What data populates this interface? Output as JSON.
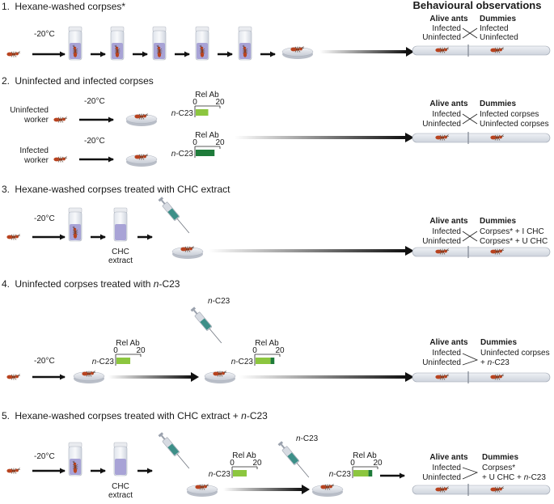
{
  "header": {
    "title": "Behavioural observations"
  },
  "labels": {
    "temp": "-20°C",
    "rel_ab": "Rel Ab",
    "tick_0": "0",
    "tick_20": "20",
    "nc23_prefix": "n",
    "nc23_suffix": "-C23",
    "chc": "CHC",
    "extract": "extract"
  },
  "panels": [
    {
      "number": "1.",
      "title": "Hexane-washed corpses*",
      "alive_heading": "Alive ants",
      "dummies_heading": "Dummies",
      "alive": [
        "Infected",
        "Uninfected"
      ],
      "dummies": [
        "Infected",
        "Uninfected"
      ]
    },
    {
      "number": "2.",
      "title": "Uninfected and infected corpses",
      "worker_uninfected": [
        "Uninfected",
        "worker"
      ],
      "worker_infected": [
        "Infected",
        "worker"
      ],
      "alive_heading": "Alive ants",
      "dummies_heading": "Dummies",
      "alive": [
        "Infected",
        "Uninfected"
      ],
      "dummies": [
        "Infected corpses",
        "Uninfected corpses"
      ],
      "bars": [
        {
          "value": 10,
          "label": "uninfected"
        },
        {
          "value": 15,
          "label": "infected"
        }
      ]
    },
    {
      "number": "3.",
      "title": "Hexane-washed corpses treated with CHC extract",
      "alive_heading": "Alive ants",
      "dummies_heading": "Dummies",
      "alive": [
        "Infected",
        "Uninfected"
      ],
      "dummies": [
        "Corpses* + I CHC",
        "Corpses* + U CHC"
      ]
    },
    {
      "number": "4.",
      "title_prefix": "Uninfected corpses treated with ",
      "alive_heading": "Alive ants",
      "dummies_heading": "Dummies",
      "alive": [
        "Infected",
        "Uninfected"
      ],
      "dummies_line1": "Uninfected corpses",
      "dummies_line2_prefix": "+ ",
      "bars": [
        {
          "value": 11,
          "label": "before"
        },
        {
          "value": 15,
          "added": 3,
          "label": "after"
        }
      ]
    },
    {
      "number": "5.",
      "title_prefix": "Hexane-washed corpses treated with CHC extract + ",
      "alive_heading": "Alive ants",
      "dummies_heading": "Dummies",
      "alive": [
        "Infected",
        "Uninfected"
      ],
      "dummies_line1": "Corpses*",
      "dummies_line2_prefix": "+ U CHC + ",
      "bars": [
        {
          "value": 11,
          "label": "before"
        },
        {
          "value": 15,
          "added": 3,
          "label": "after"
        }
      ]
    }
  ],
  "colors": {
    "light_green": "#8cc63f",
    "dark_green": "#1e7b3a",
    "ant": "#b8431f",
    "vial_liquid": "#a8a3d6",
    "syringe": "#3d8f88",
    "arena": "#dde2ea"
  }
}
